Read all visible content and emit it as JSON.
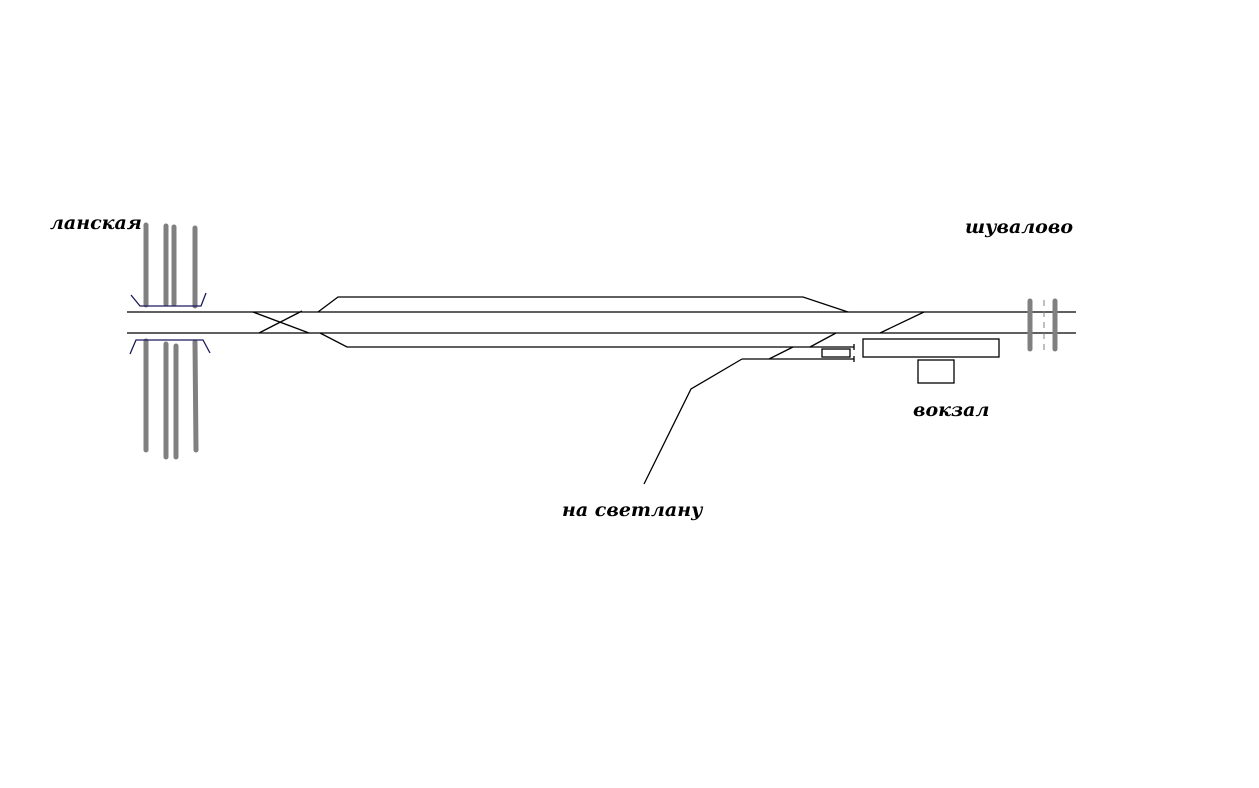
{
  "labels": {
    "lanskaya": "ланская",
    "shuvalovo": "шувалово",
    "vokzal": "вокзал",
    "na_svetlanu": "на светлану"
  },
  "colors": {
    "track": "#000000",
    "bridge": "#808080",
    "platform_edge": "#1a1a5e"
  }
}
